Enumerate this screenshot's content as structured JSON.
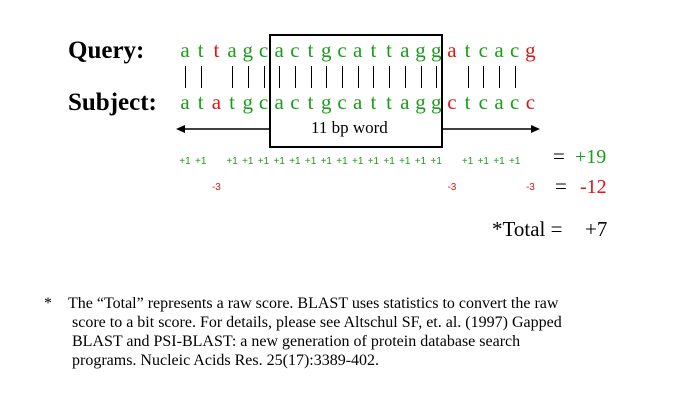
{
  "colors": {
    "match": "#1a9e1a",
    "mismatch": "#e21414",
    "text": "#000000"
  },
  "labels": {
    "query": "Query:",
    "subject": "Subject:"
  },
  "query_seq": [
    "a",
    "t",
    "t",
    "a",
    "g",
    "c",
    "a",
    "c",
    "t",
    "g",
    "c",
    "a",
    "t",
    "t",
    "a",
    "g",
    "g",
    "a",
    "t",
    "c",
    "a",
    "c",
    "g"
  ],
  "subject_seq": [
    "a",
    "t",
    "a",
    "t",
    "g",
    "c",
    "a",
    "c",
    "t",
    "g",
    "c",
    "a",
    "t",
    "t",
    "a",
    "g",
    "g",
    "c",
    "t",
    "c",
    "a",
    "c",
    "c"
  ],
  "alignment": [
    "|",
    "|",
    " ",
    "|",
    "|",
    "|",
    "|",
    "|",
    "|",
    "|",
    "|",
    "|",
    "|",
    "|",
    "|",
    "|",
    "|",
    " ",
    "|",
    "|",
    "|",
    "|",
    " "
  ],
  "word_label": "11 bp word",
  "scores": {
    "plus_label": "+1",
    "minus_label": "-3",
    "match_total": "+19",
    "mismatch_total": "-12",
    "equals": "=",
    "total_label": "*Total =",
    "total_value": "+7"
  },
  "footnote": {
    "marker": "*",
    "line1": "The “Total” represents a raw score.  BLAST uses statistics to convert the raw",
    "line2": "score to a bit score.  For details, please see Altschul SF, et. al. (1997) Gapped",
    "line3": "BLAST and PSI-BLAST: a new generation of protein database search",
    "line4": "programs. Nucleic Acids Res. 25(17):3389-402."
  }
}
